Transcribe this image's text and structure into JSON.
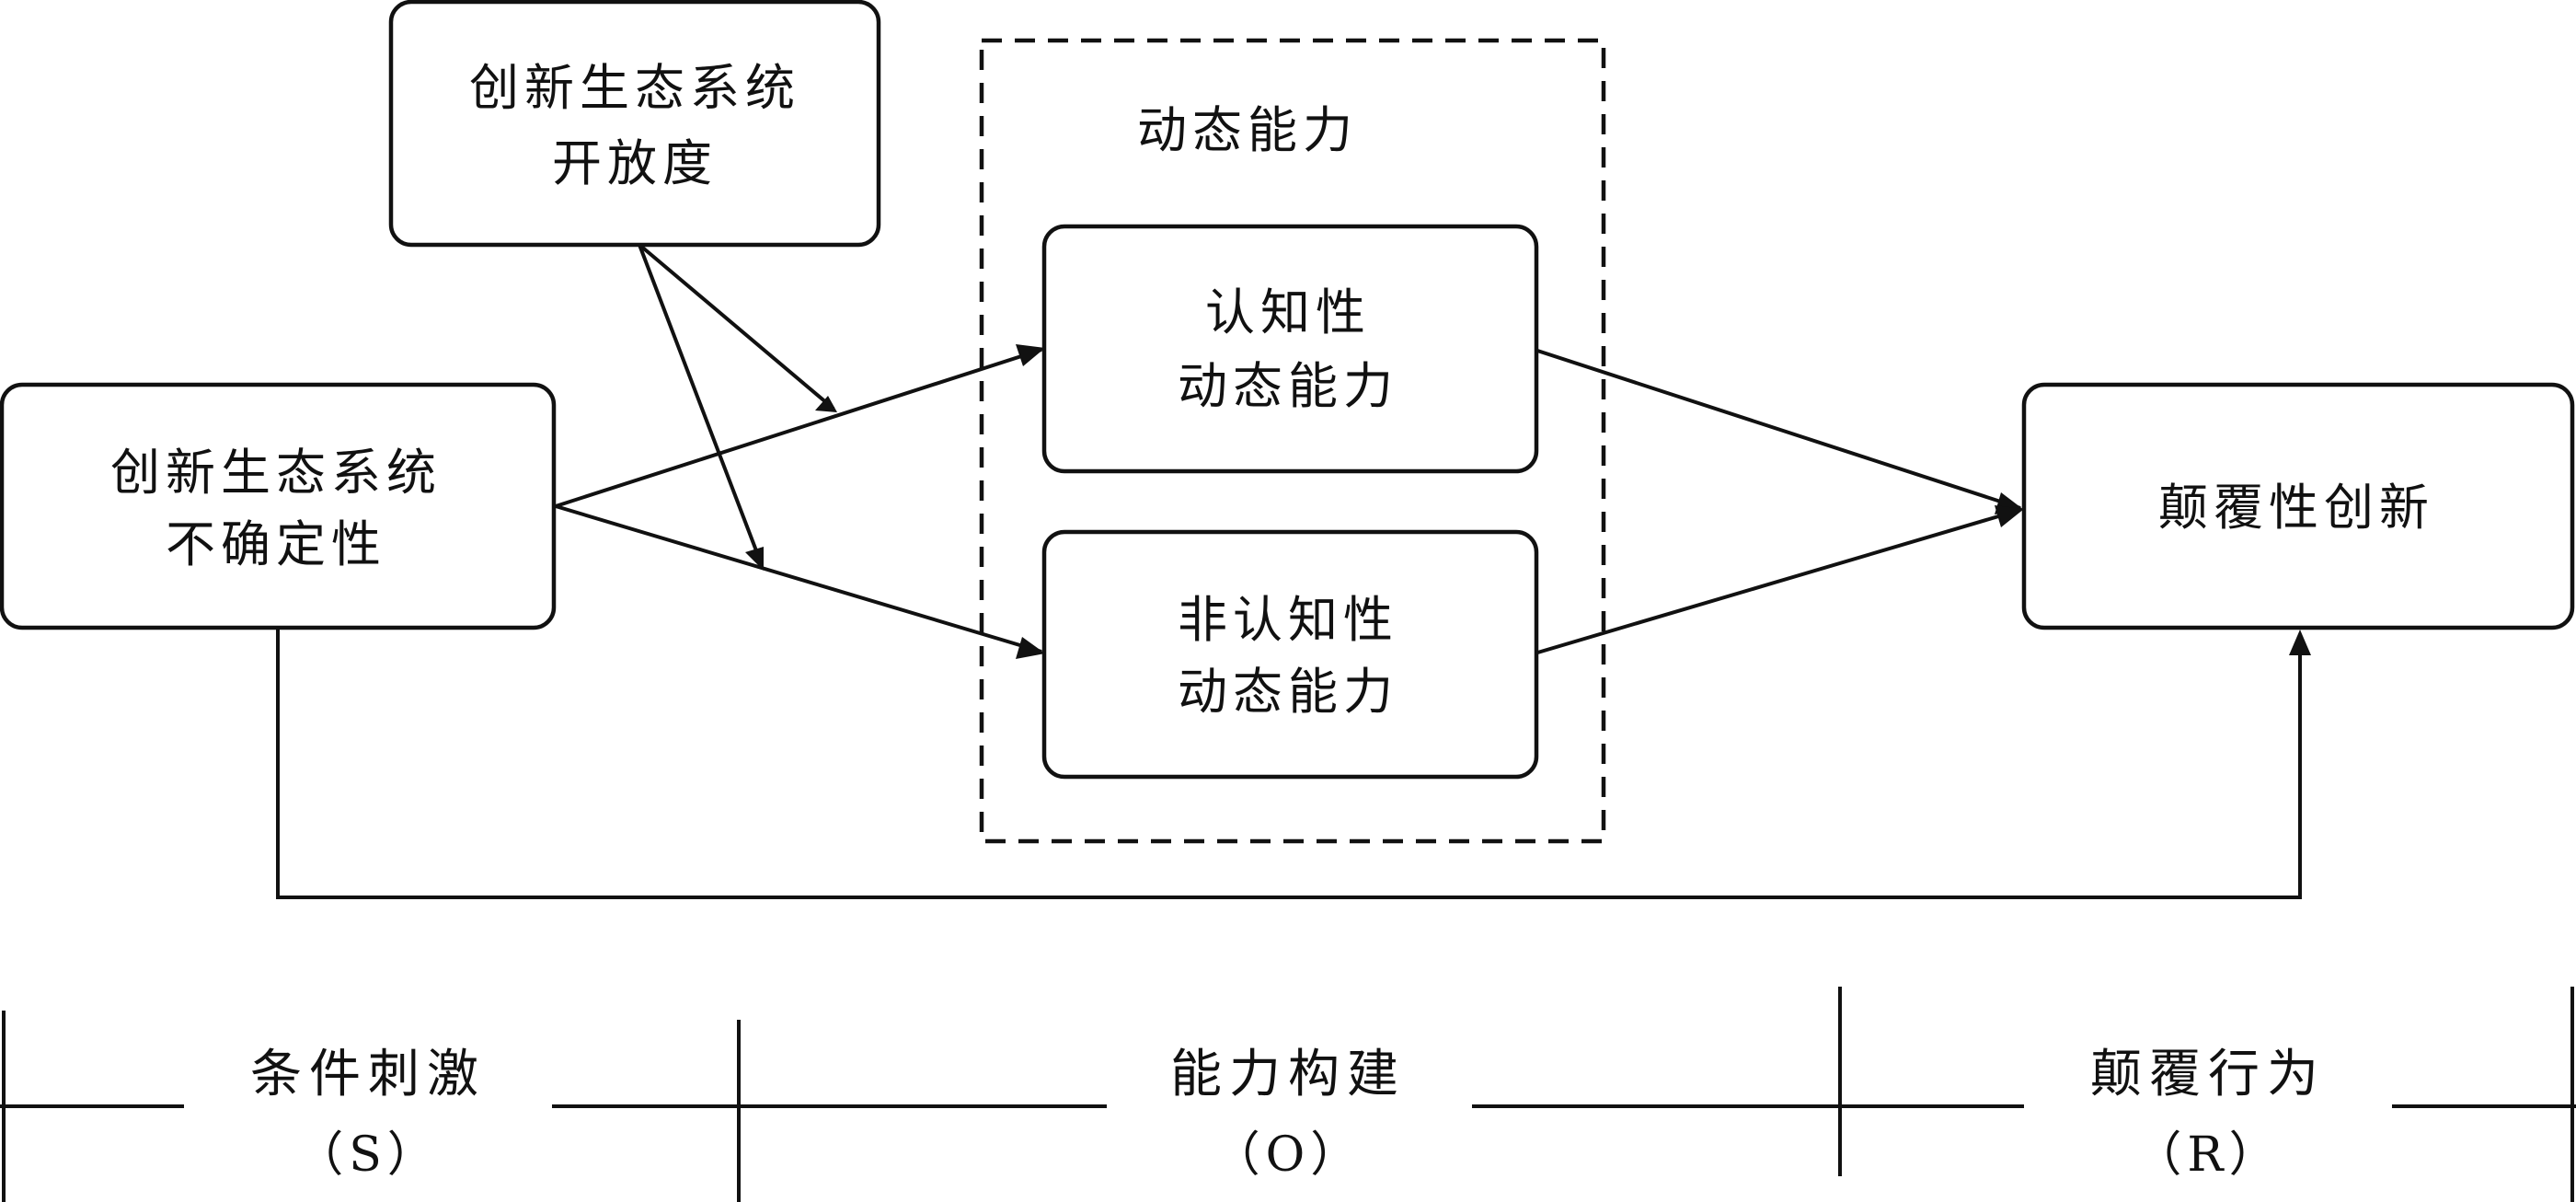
{
  "nodes": {
    "openness": {
      "lines": [
        "创新生态系统",
        "开放度"
      ]
    },
    "uncertainty": {
      "lines": [
        "创新生态系统",
        "不确定性"
      ]
    },
    "dynamic_group": {
      "title": "动态能力"
    },
    "cognitive": {
      "lines": [
        "认知性",
        "动态能力"
      ]
    },
    "noncognitive": {
      "lines": [
        "非认知性",
        "动态能力"
      ]
    },
    "disruptive": {
      "lines": [
        "颠覆性创新"
      ]
    }
  },
  "phases": [
    {
      "label": "条件刺激",
      "code": "（S）"
    },
    {
      "label": "能力构建",
      "code": "（O）"
    },
    {
      "label": "颠覆行为",
      "code": "（R）"
    }
  ]
}
